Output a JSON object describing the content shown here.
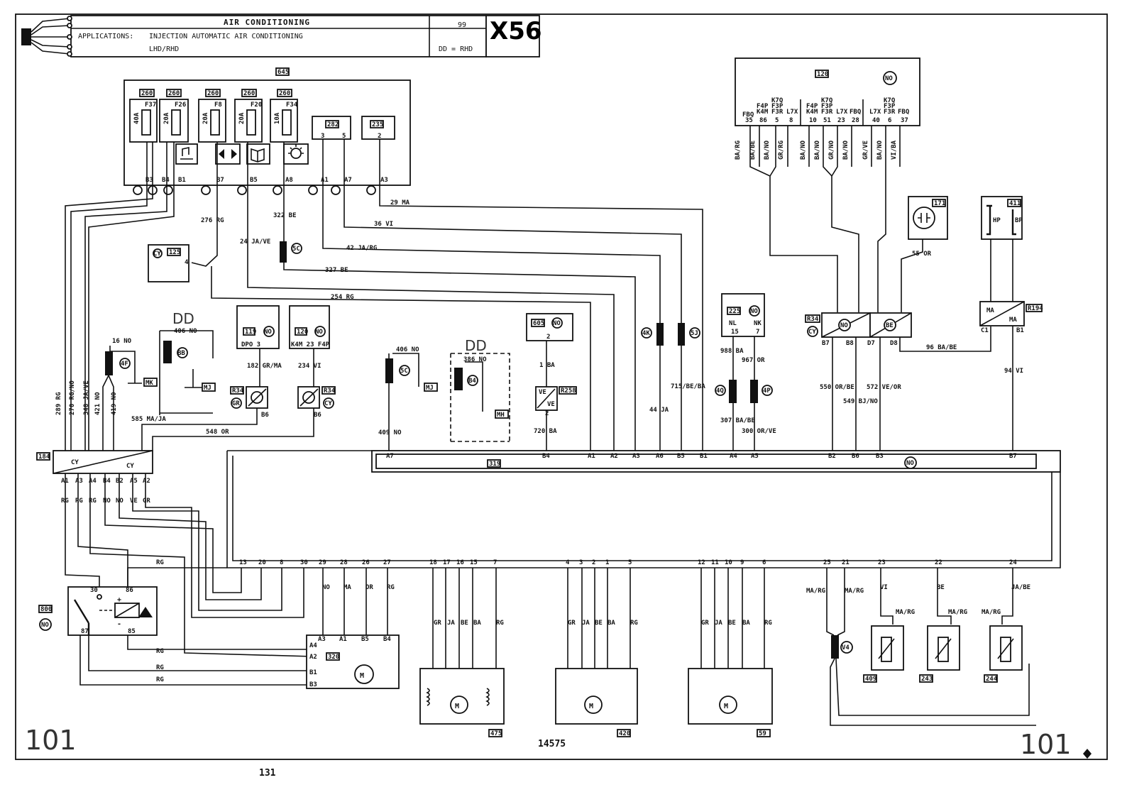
{
  "header": {
    "title": "AIR CONDITIONING",
    "page_code": "99",
    "applications_label": "APPLICATIONS:",
    "applications_value": "INJECTION  AUTOMATIC AIR CONDITIONING",
    "variant": "LHD/RHD",
    "dd_note": "DD = RHD",
    "diagram_id": "X56"
  },
  "footer": {
    "left_number": "101",
    "right_number": "101",
    "ref_number": "14575",
    "page_number": "131"
  },
  "components": {
    "fusebox": "645",
    "fuse_ids": [
      "260",
      "260",
      "260",
      "260",
      "260"
    ],
    "fuses": [
      {
        "rating": "40A",
        "name": "F37"
      },
      {
        "rating": "20A",
        "name": "F26"
      },
      {
        "rating": "20A",
        "name": "F8"
      },
      {
        "rating": "20A",
        "name": "F20"
      },
      {
        "rating": "10A",
        "name": "F34"
      }
    ],
    "relay_282": "282",
    "relay_235": "235",
    "ecu_120": "120",
    "cy125": "125",
    "c119": "119",
    "c120b": "120",
    "c605": "605",
    "c225": "225",
    "c171": "171",
    "c411": "411",
    "c184": "184",
    "c319": "319",
    "c800": "800",
    "c320": "320",
    "c475": "475",
    "c420": "420",
    "c59": "59",
    "c409": "409",
    "c243": "243",
    "c244": "244",
    "r34a": "R34",
    "r34b": "R34",
    "r34c": "R34",
    "r194": "R194",
    "r258": "R258"
  },
  "labels": {
    "no": "NO",
    "dd": "DD",
    "cy": "CY",
    "gr": "GR",
    "be": "BE",
    "ma": "MA",
    "ve": "VE",
    "mk": "MK",
    "mj": "MJ",
    "mh": "MH",
    "hp": "HP",
    "bp": "BP",
    "m": "M",
    "dpo3": "DPO  3",
    "k4m23": "K4M 23 F4P",
    "nl15": "NL",
    "nk7": "NK",
    "v4": "V4",
    "sc": "5C",
    "bb": "BB",
    "b4": "B4",
    "k4": "4K",
    "j5": "5J",
    "q4": "4Q",
    "p4": "4P",
    "f4": "4F",
    "c5": "5C"
  },
  "wires": {
    "w29": "29  MA",
    "w36": "36  VI",
    "w42": "42  JA/RG",
    "w327": "327  BE",
    "w254": "254  RG",
    "w276": "276  RG",
    "w322": "322  BE",
    "w24": "24  JA/VE",
    "w16": "16  NO",
    "w406": "406  NO",
    "w406b": "406  NO",
    "w386": "386  NO",
    "w182": "182  GR/MA",
    "w234": "234  VI",
    "w585": "585  MA/JA",
    "w548": "548  OR",
    "w409": "409  NO",
    "w1": "1  BA",
    "w720": "720  BA",
    "w44": "44  JA",
    "w715": "715/BE/BA",
    "w988": "988  BA",
    "w967": "967  OR",
    "w307": "307  BA/BE",
    "w300": "300  OR/VE",
    "w550": "550  OR/BE",
    "w549": "549  BJ/NO",
    "w572": "572  VE/OR",
    "w96": "96  BA/BE",
    "w94": "94  VI",
    "w55": "55  OR",
    "w289": "289  RG",
    "w270": "270  RG/NO",
    "w348": "348  JA/VE",
    "w421": "421  NO",
    "w419": "419  NO"
  },
  "ecu_pins_top": [
    "FBQ",
    "F4P K4M",
    "K7Q F3P F3R",
    "L7X"
  ],
  "legend_pin_rows": [
    [
      "35",
      "86",
      "5",
      "8"
    ],
    [
      "10",
      "51",
      "23",
      "28"
    ],
    [
      "40",
      "6",
      "37"
    ]
  ]
}
